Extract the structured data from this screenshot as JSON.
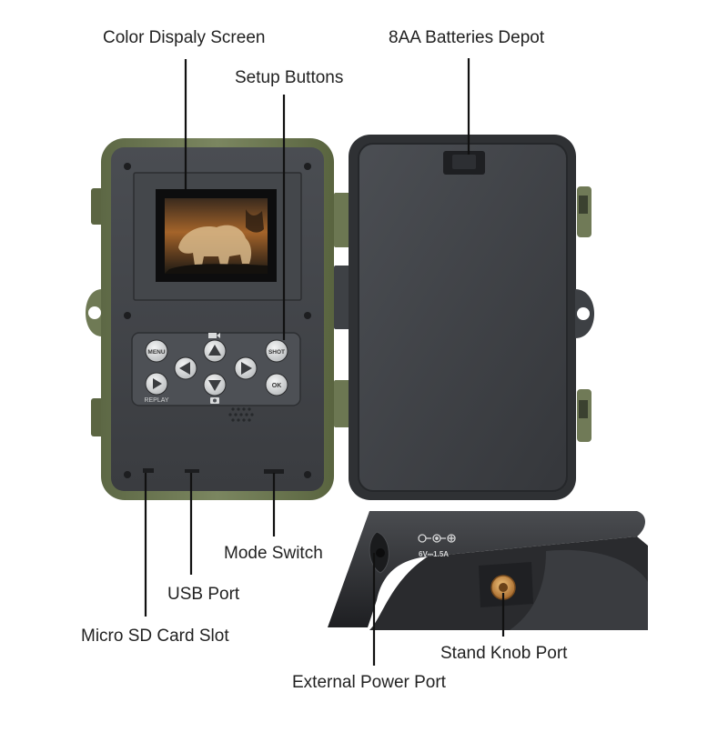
{
  "labels": {
    "color_display_screen": "Color Dispaly Screen",
    "batteries_depot": "8AA Batteries Depot",
    "setup_buttons": "Setup Buttons",
    "mode_switch": "Mode Switch",
    "usb_port": "USB Port",
    "micro_sd_card_slot": "Micro SD Card Slot",
    "stand_knob_port": "Stand Knob Port",
    "external_power_port": "External Power Port"
  },
  "buttons": {
    "menu": "MENU",
    "shot": "SHOT",
    "ok": "OK",
    "replay": "REPLAY"
  },
  "power_spec": "6V⎓1.5A",
  "colors": {
    "housing_green": "#6f7a55",
    "panel_gray": "#3f4246",
    "button_light": "#d9dbdc",
    "leader_line": "#111111",
    "brass": "#c98a3c"
  },
  "icons": [
    "arrow-up-icon",
    "arrow-down-icon",
    "arrow-left-icon",
    "arrow-right-icon",
    "play-icon",
    "video-icon",
    "camera-icon",
    "power-jack-icon"
  ]
}
